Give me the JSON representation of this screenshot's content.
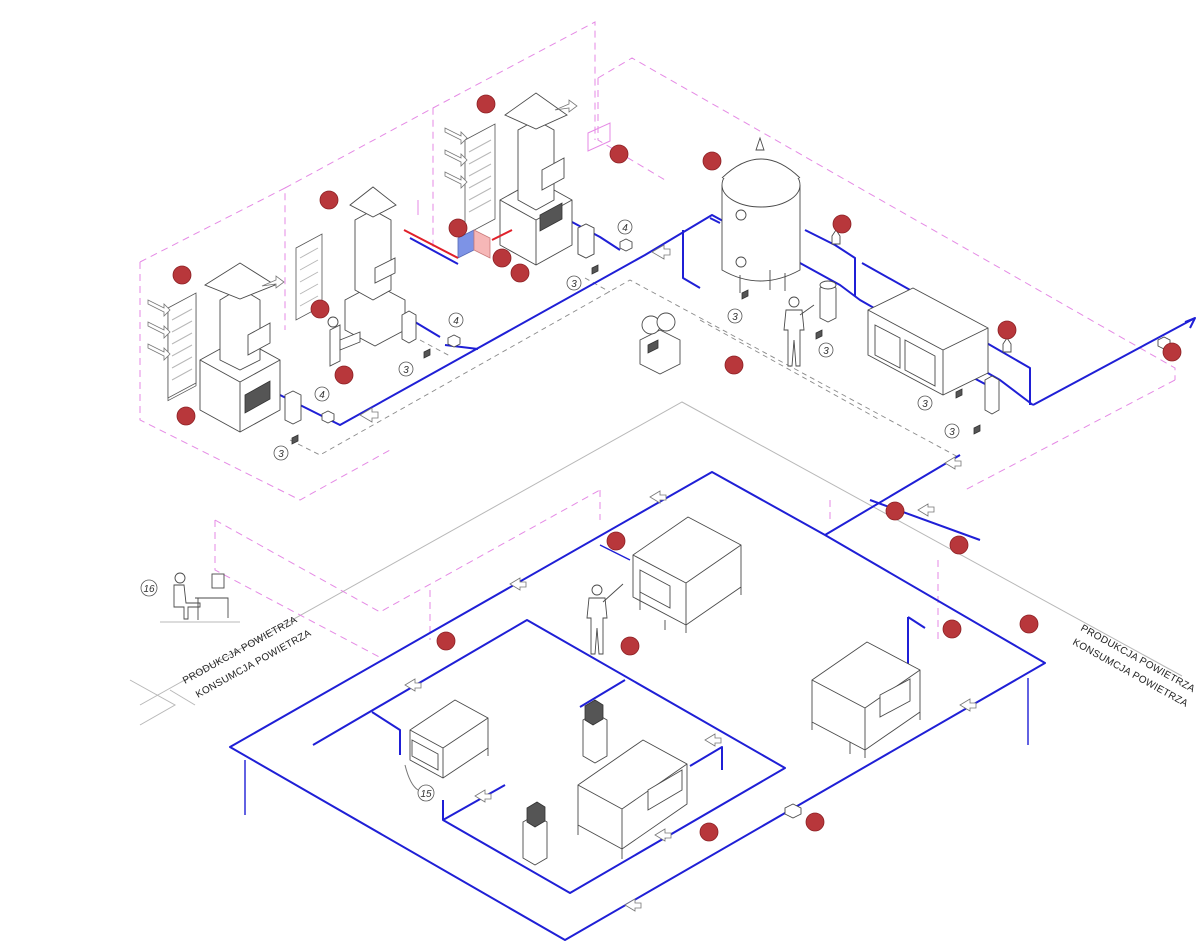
{
  "labels": {
    "production_left": "PRODUKCJA POWIETRZA",
    "consumption_left": "KONSUMCJA POWIETRZA",
    "production_right": "PRODUKCJA POWIETRZA",
    "consumption_right": "KONSUMCJA POWIETRZA"
  },
  "tags": {
    "filter_3": "3",
    "valve_4": "4",
    "terminal_16": "16",
    "point_15": "15"
  },
  "colors": {
    "pipe": "#1f1fd6",
    "zone": "#e58ae5",
    "marker": "#b8373b",
    "hot_line": "#e0202a"
  }
}
